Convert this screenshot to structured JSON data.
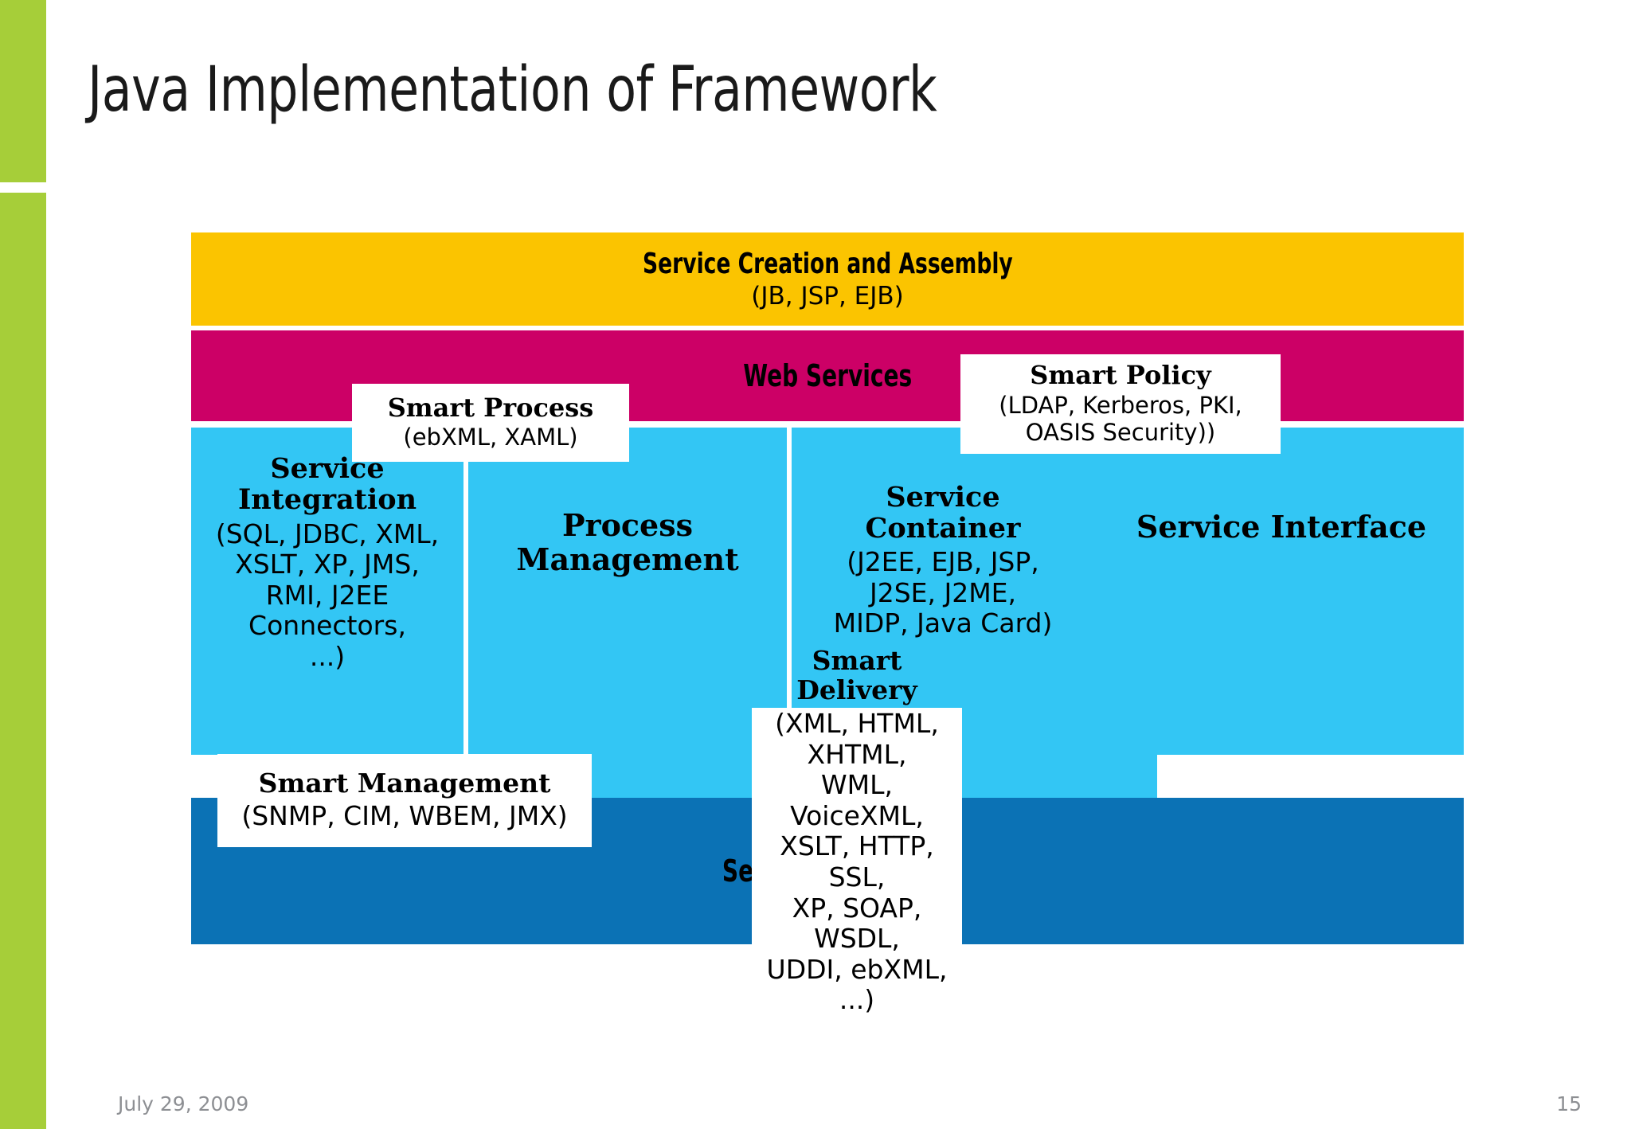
{
  "slide": {
    "title": "Java Implementation of Framework",
    "footer_date": "July 29, 2009",
    "page_number": "15",
    "accent_color": "#a6ce39"
  },
  "diagram": {
    "layers": {
      "creation": {
        "heading": "Service Creation and Assembly",
        "detail": "(JB, JSP, EJB)",
        "color": "#fbc400"
      },
      "web_services": {
        "heading": "Web Services",
        "color": "#cc0066"
      },
      "platform": {
        "heading": "Service Platform",
        "color": "#0b72b5"
      }
    },
    "blocks": [
      {
        "heading_line1": "Service",
        "heading_line2": "Integration",
        "detail_lines": [
          "(SQL, JDBC, XML,",
          "XSLT, XP, JMS,",
          "RMI, J2EE Connectors,",
          "...)"
        ],
        "color": "#33c6f4"
      },
      {
        "heading_line1": "Process",
        "heading_line2": "Management",
        "detail_lines": [],
        "color": "#33c6f4"
      },
      {
        "heading_line1": "Service",
        "heading_line2": "Container",
        "detail_lines": [
          "(J2EE, EJB, JSP,",
          "J2SE, J2ME,",
          "MIDP, Java Card)"
        ],
        "color": "#33c6f4"
      },
      {
        "heading_line1": "Service Interface",
        "heading_line2": "",
        "detail_lines": [],
        "color": "#33c6f4"
      }
    ],
    "callouts": [
      {
        "heading": "Smart Process",
        "detail_lines": [
          "(ebXML, XAML)"
        ]
      },
      {
        "heading": "Smart Policy",
        "detail_lines": [
          "(LDAP, Kerberos, PKI,",
          "OASIS Security))"
        ]
      },
      {
        "heading": "Smart Management",
        "detail_lines": [
          "(SNMP, CIM, WBEM, JMX)"
        ]
      },
      {
        "heading": "Smart Delivery",
        "detail_lines": [
          "(XML, HTML, XHTML,",
          "WML, VoiceXML,",
          "XSLT, HTTP, SSL,",
          "XP, SOAP, WSDL,",
          "UDDI, ebXML, ...)"
        ]
      }
    ]
  }
}
